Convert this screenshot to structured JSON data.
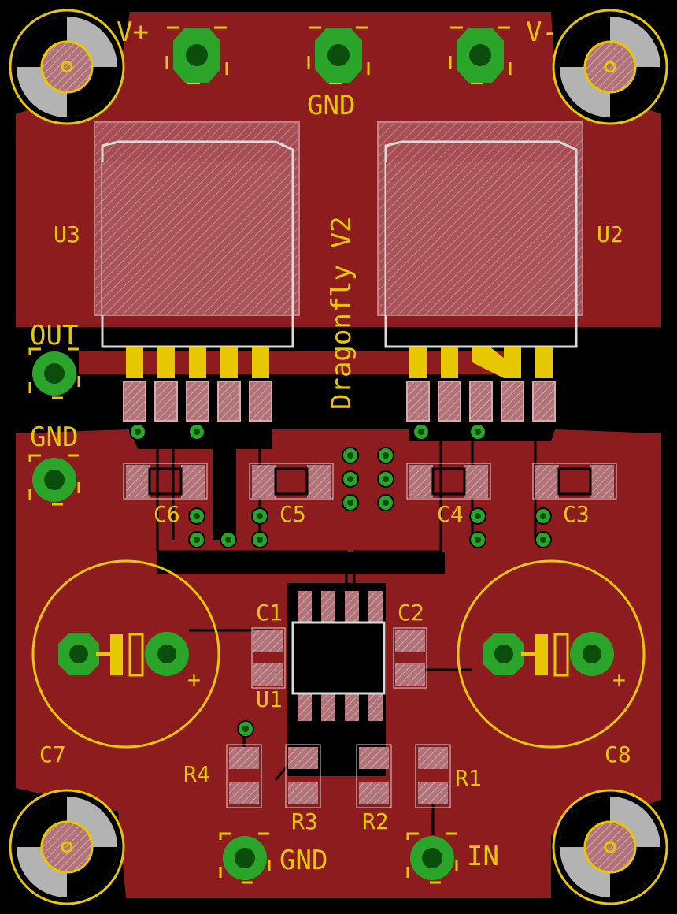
{
  "board": {
    "title": "Dragonfly V2",
    "colors": {
      "background": "#000000",
      "copper": "#8c1c1e",
      "silkscreen": "#e7c800",
      "pad_ring": "#2aa52a",
      "pad_hole": "#0b4d0b",
      "smd_pad": "#b3b3b3",
      "package_outline": "#d9d9d9"
    }
  },
  "terminals": {
    "v_plus": "V+",
    "gnd_top": "GND",
    "v_minus": "V-",
    "out": "OUT",
    "gnd_left": "GND",
    "gnd_bottom": "GND",
    "in": "IN"
  },
  "components": {
    "u1": "U1",
    "u2": "U2",
    "u3": "U3",
    "c1": "C1",
    "c2": "C2",
    "c3": "C3",
    "c4": "C4",
    "c5": "C5",
    "c6": "C6",
    "c7": "C7",
    "c8": "C8",
    "r1": "R1",
    "r2": "R2",
    "r3": "R3",
    "r4": "R4"
  },
  "polarity": {
    "c7_plus": "+",
    "c8_plus": "+"
  },
  "icons": [
    "mounting-hole-icon",
    "through-hole-pad-icon",
    "smd-pad-icon",
    "via-icon"
  ]
}
